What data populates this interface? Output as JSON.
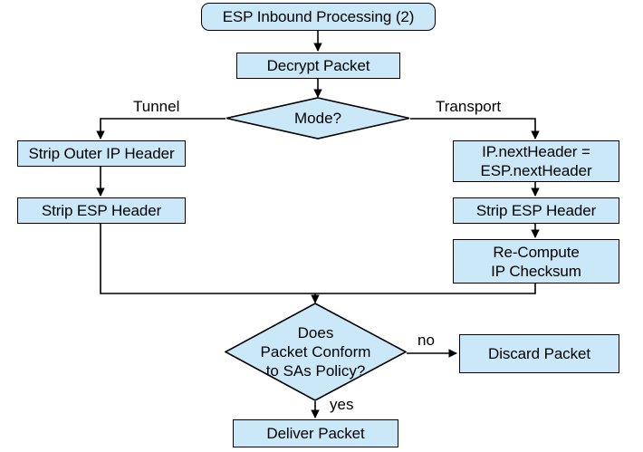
{
  "diagram": {
    "type": "flowchart",
    "title": "ESP Inbound Processing (2)",
    "background_color": "#ffffff",
    "node_fill_color": "#cbe8f9",
    "node_stroke_color": "#000000",
    "nodes": {
      "start": {
        "label": "ESP Inbound Processing (2)",
        "shape": "terminator"
      },
      "decrypt": {
        "label": "Decrypt Packet",
        "shape": "process"
      },
      "mode": {
        "label": "Mode?",
        "shape": "decision"
      },
      "strip_outer_ip": {
        "label": "Strip Outer IP Header",
        "shape": "process"
      },
      "strip_esp_left": {
        "label": "Strip ESP Header",
        "shape": "process"
      },
      "next_header": {
        "label": "IP.nextHeader =\nESP.nextHeader",
        "shape": "process"
      },
      "strip_esp_right": {
        "label": "Strip ESP Header",
        "shape": "process"
      },
      "recompute": {
        "label": "Re-Compute\nIP Checksum",
        "shape": "process"
      },
      "conform": {
        "label": "Does\nPacket Conform\nto SAs Policy?",
        "shape": "decision"
      },
      "discard": {
        "label": "Discard Packet",
        "shape": "process"
      },
      "deliver": {
        "label": "Deliver Packet",
        "shape": "process"
      }
    },
    "edge_labels": {
      "tunnel": "Tunnel",
      "transport": "Transport",
      "no": "no",
      "yes": "yes"
    }
  }
}
